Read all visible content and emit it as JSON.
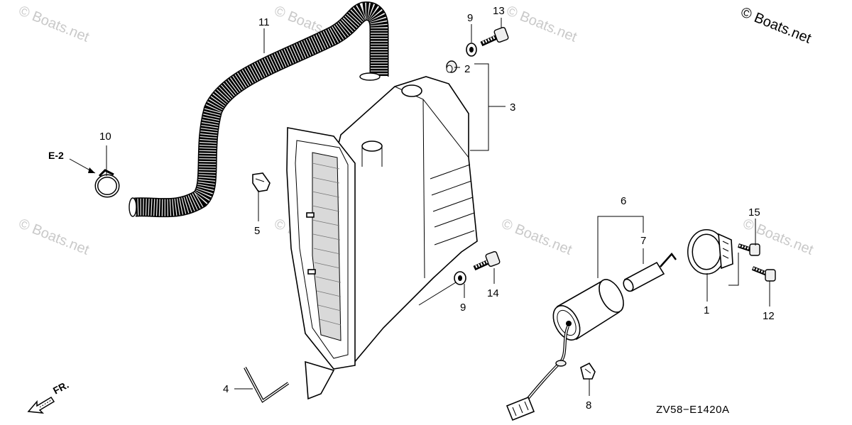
{
  "copyright": "© Boats.net",
  "watermark": "© Boats.net",
  "diagram_code": "ZV58−E1420A",
  "direction_label": "FR.",
  "reference_label": "E-2",
  "callouts": [
    {
      "id": "c1",
      "label": "1"
    },
    {
      "id": "c2",
      "label": "2"
    },
    {
      "id": "c3",
      "label": "3"
    },
    {
      "id": "c4",
      "label": "4"
    },
    {
      "id": "c5",
      "label": "5"
    },
    {
      "id": "c6",
      "label": "6"
    },
    {
      "id": "c7",
      "label": "7"
    },
    {
      "id": "c8",
      "label": "8"
    },
    {
      "id": "c9a",
      "label": "9"
    },
    {
      "id": "c9b",
      "label": "9"
    },
    {
      "id": "c10",
      "label": "10"
    },
    {
      "id": "c11",
      "label": "11"
    },
    {
      "id": "c12",
      "label": "12"
    },
    {
      "id": "c13",
      "label": "13"
    },
    {
      "id": "c14",
      "label": "14"
    },
    {
      "id": "c15",
      "label": "15"
    }
  ]
}
